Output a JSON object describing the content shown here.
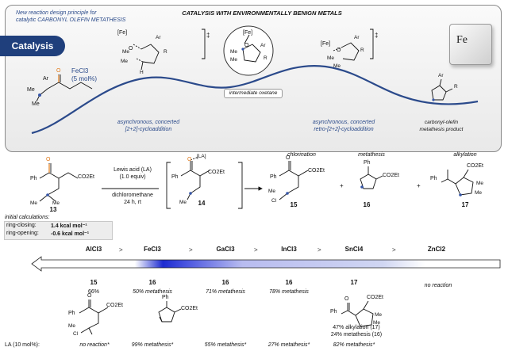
{
  "panel": {
    "header_left": [
      "New reaction design principle for",
      "catalytic CARBONYL OLEFIN METATHESIS"
    ],
    "title": "CATALYSIS WITH ENVIRONMENTALLY BENIGN METALS",
    "tab_label": "Catalysis",
    "catalyst": [
      "FeCl3",
      "(5 mol%)"
    ],
    "caption_left": [
      "asynchronous, concerted",
      "[2+2]-cycloaddition"
    ],
    "caption_mid": "intermediate oxetane",
    "caption_right": [
      "asynchronous, concerted",
      "retro-[2+2]-cycloaddition"
    ],
    "caption_product": [
      "carbonyl-olefin",
      "metathesis product"
    ],
    "cube_symbol": "Fe",
    "fe_label": "[Fe]",
    "ts_mark": "‡"
  },
  "scheme": {
    "conditions": [
      "Lewis acid (LA)",
      "(1.0 equiv)",
      "dichloromethane",
      "24 h, rt"
    ],
    "compound_labels": [
      "13",
      "14",
      "15",
      "16",
      "17"
    ],
    "la_label": "[LA]",
    "product_headers": [
      "chlorination",
      "metathesis",
      "alkylation"
    ],
    "plus": "+",
    "calc_title": "initial calculations:",
    "calc_rows": [
      {
        "label": "ring-closing:",
        "value": "1.4 kcal mol⁻¹"
      },
      {
        "label": "ring-opening:",
        "value": "-0.6 kcal mol⁻¹"
      }
    ]
  },
  "atoms": {
    "ar": "Ar",
    "r": "R",
    "o": "O",
    "me": "Me",
    "h": "H",
    "ph": "Ph",
    "cl": "Cl",
    "co2et": "CO2Et"
  },
  "trend": {
    "acids": [
      "AlCl3",
      "FeCl3",
      "GaCl3",
      "InCl3",
      "SnCl4",
      "ZnCl2"
    ],
    "separator": ">",
    "results": [
      {
        "compound": "15",
        "text": "66%"
      },
      {
        "compound": "16",
        "text": "50% metathesis"
      },
      {
        "compound": "16",
        "text": "71% metathesis"
      },
      {
        "compound": "16",
        "text": "78% metathesis"
      },
      {
        "compound": "17",
        "text": ""
      },
      {
        "compound": "",
        "text": "no reaction"
      }
    ],
    "alkylation_result": [
      "47% alkylation (17)",
      "24% metathesis (16)"
    ]
  },
  "footer": {
    "label": "LA (10 mol%):",
    "values": [
      "no reaction*",
      "99% metathesis*",
      "55% metathesis*",
      "27% metathesis*",
      "82% metathesis*"
    ]
  },
  "colors": {
    "navy": "#1f3f7c",
    "blue_wave": "#2b4a8b",
    "accent_atom": "#3656a8",
    "carbonyl": "#e07a1a"
  }
}
